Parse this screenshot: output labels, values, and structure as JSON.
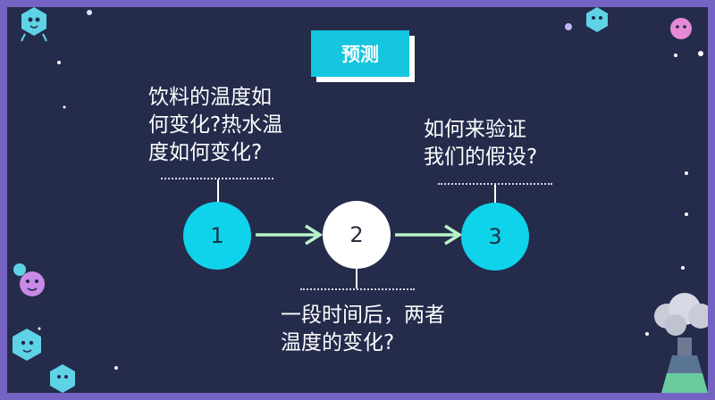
{
  "title": "预测",
  "steps": [
    {
      "number": "1",
      "question_lines": [
        "饮料的温度如",
        "何变化?热水温",
        "度如何变化?"
      ]
    },
    {
      "number": "2",
      "question_lines": [
        "一段时间后，两者",
        "温度的变化?"
      ]
    },
    {
      "number": "3",
      "question_lines": [
        "如何来验证",
        "我们的假设?"
      ]
    }
  ],
  "colors": {
    "frame": "#7563c4",
    "background": "#242b4b",
    "accent_cyan": "#0fd3ea",
    "arrow": "#b8f3c8"
  }
}
